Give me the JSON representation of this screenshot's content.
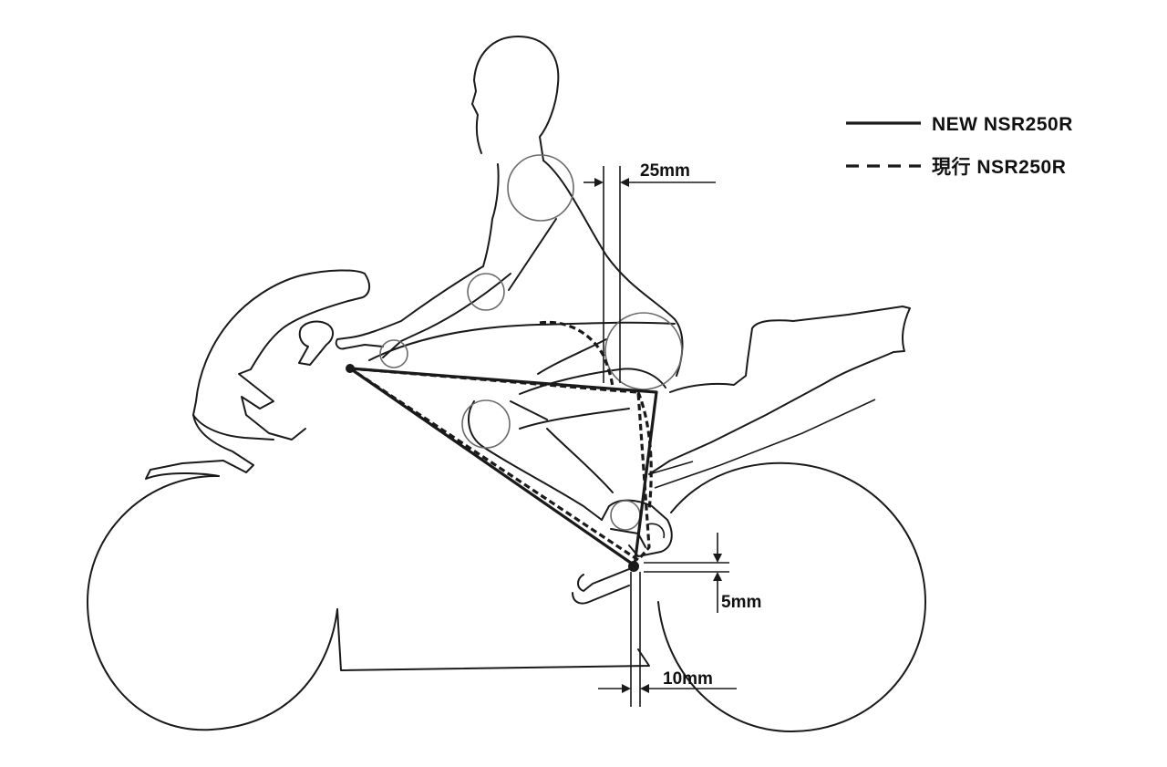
{
  "legend": {
    "new_label": "NEW NSR250R",
    "old_label": "現行 NSR250R"
  },
  "dimensions": {
    "shoulder_shift": "25mm",
    "footpeg_height": "5mm",
    "footpeg_setback": "10mm"
  },
  "colors": {
    "line": "#1a1a1a",
    "joint_circle": "#6a6a6a",
    "background": "#ffffff"
  }
}
